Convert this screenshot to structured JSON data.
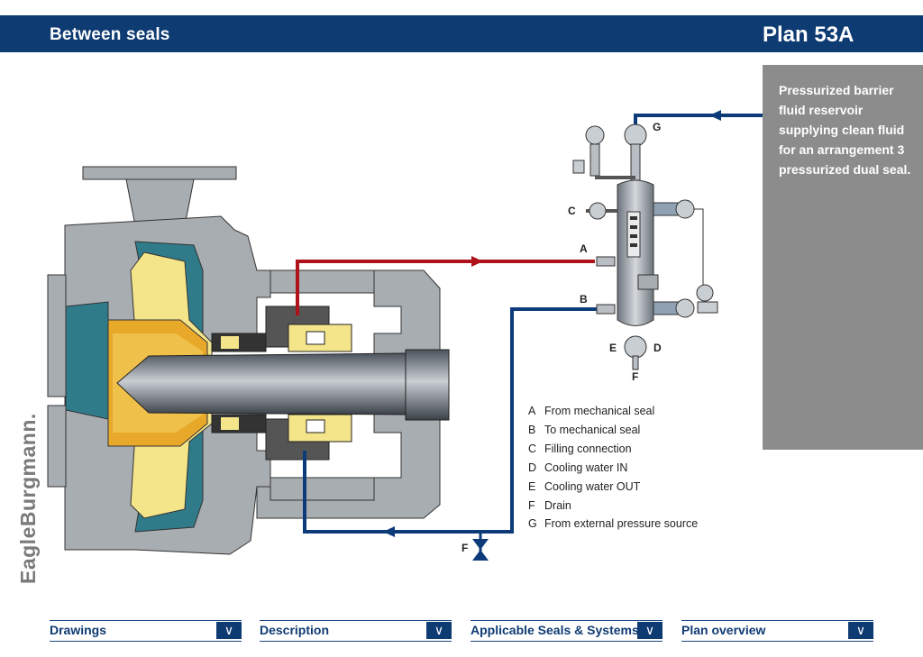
{
  "header": {
    "section": "Between seals",
    "plan": "Plan 53A"
  },
  "info": {
    "text": "Pressurized barrier fluid reservoir supplying clean fluid for an arrangement 3 pressurized dual seal."
  },
  "brand": "EagleBurgmann.",
  "diagram_labels": {
    "g": "G",
    "c": "C",
    "a": "A",
    "b": "B",
    "e": "E",
    "d": "D",
    "f_res": "F",
    "f_drain": "F"
  },
  "legend": [
    {
      "key": "A",
      "text": "From mechanical seal"
    },
    {
      "key": "B",
      "text": "To mechanical seal"
    },
    {
      "key": "C",
      "text": "Filling connection"
    },
    {
      "key": "D",
      "text": "Cooling water IN"
    },
    {
      "key": "E",
      "text": "Cooling water OUT"
    },
    {
      "key": "F",
      "text": "Drain"
    },
    {
      "key": "G",
      "text": "From external pressure source"
    }
  ],
  "footer": [
    {
      "label": "Drawings",
      "icon": "chevron-down-icon"
    },
    {
      "label": "Description",
      "icon": "chevron-down-icon"
    },
    {
      "label": "Applicable Seals & Systems",
      "icon": "chevron-down-icon"
    },
    {
      "label": "Plan overview",
      "icon": "chevron-down-icon"
    }
  ],
  "colors": {
    "navy": "#0f3b73",
    "red": "#b0121b",
    "pipe_blue": "#0d3b7a",
    "gray_box": "#8c8c8c",
    "teal": "#2f7b8a",
    "yellow": "#f5e58a"
  }
}
